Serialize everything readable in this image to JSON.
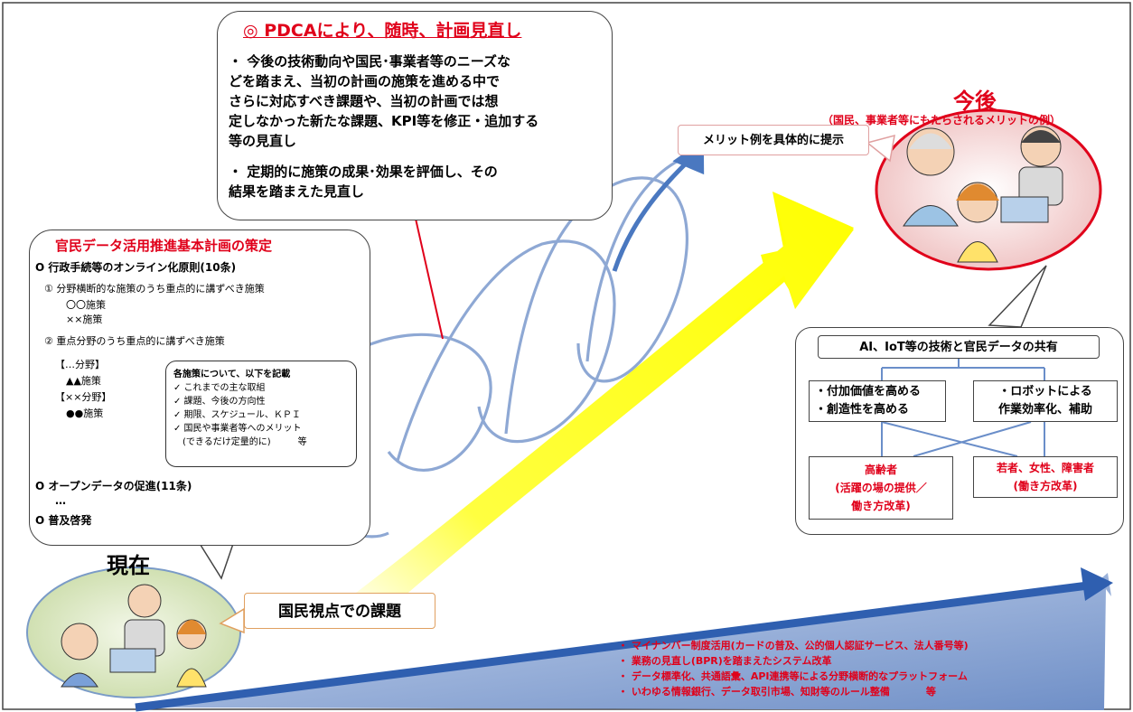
{
  "pdca": {
    "title": "◎ PDCAにより、随時、計画見直し",
    "bullet1": [
      "・ 今後の技術動向や国民･事業者等のニーズな",
      "どを踏まえ、当初の計画の施策を進める中で",
      "さらに対応すべき課題や、当初の計画では想",
      "定しなかった新たな課題、KPI等を修正・追加する",
      "等の見直し"
    ],
    "bullet2": [
      "・ 定期的に施策の成果･効果を評価し、その",
      "結果を踏まえた見直し"
    ]
  },
  "plan": {
    "title": "官民データ活用推進基本計画の策定",
    "item1": "O 行政手続等のオンライン化原則(10条)",
    "sub1": "① 分野横断的な施策のうち重点的に講ずべき施策",
    "sub1a": "〇〇施策",
    "sub1b": "××施策",
    "sub2": "② 重点分野のうち重点的に講ずべき施策",
    "field1": "【…分野】",
    "field1a": "▲▲施策",
    "field2": "【××分野】",
    "field2a": "●●施策",
    "item2": "O オープンデータの促進(11条)",
    "ellipsis": "…",
    "item3": "O 普及啓発"
  },
  "inner": {
    "title": "各施策について、以下を記載",
    "checks": [
      "✓ これまでの主な取組",
      "✓ 課題、今後の方向性",
      "✓ 期限、スケジュール、ＫＰＩ",
      "✓ 国民や事業者等へのメリット"
    ],
    "last": "(できるだけ定量的に)",
    "etc": "等"
  },
  "current": {
    "label": "現在",
    "issue": "国民視点での課題"
  },
  "future": {
    "title": "今後",
    "subtitle": "（国民、事業者等にもたらされるメリットの例）",
    "merit": "メリット例を具体的に提示"
  },
  "aibox": {
    "header": "AI、IoT等の技術と官民データの共有",
    "left": [
      "・付加価値を高める",
      "・創造性を高める"
    ],
    "right": [
      "・ロボットによる",
      "作業効率化、補助"
    ],
    "elder": [
      "高齢者",
      "(活躍の場の提供／",
      "働き方改革)"
    ],
    "young": [
      "若者、女性、障害者",
      "(働き方改革)"
    ]
  },
  "bottom": {
    "items": [
      "・ マイナンバー制度活用(カードの普及、公的個人認証サービス、法人番号等)",
      "・ 業務の見直し(BPR)を踏まえたシステム改革",
      "・ データ標準化、共通語彙、API連携等による分野横断的なプラットフォーム",
      "・ いわゆる情報銀行、データ取引市場、知財等のルール整備"
    ],
    "etc": "等"
  },
  "colors": {
    "accent_red": "#e0001a",
    "arrow_yellow": "#ffff00",
    "arrow_blue": "#4a78c0",
    "future_pink": "#f2c6c6"
  }
}
